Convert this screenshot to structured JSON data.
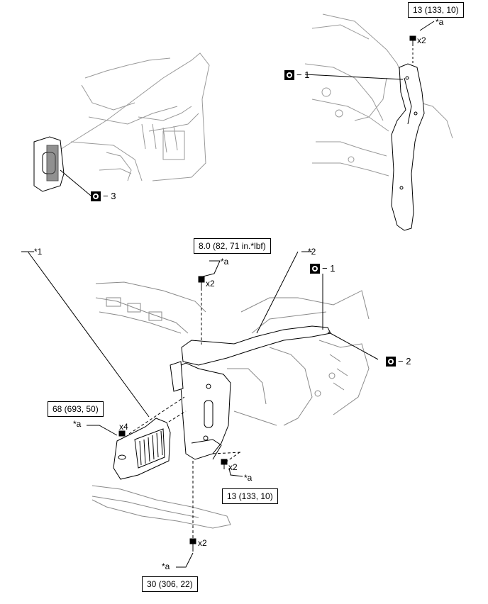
{
  "torque": {
    "top_right": "13 (133, 10)",
    "middle": "8.0 (82, 71 in.*lbf)",
    "left": "68 (693, 50)",
    "lower_middle": "13 (133, 10)",
    "bottom": "30 (306, 22)"
  },
  "labels": {
    "star_a": "*a",
    "star_1": "*1",
    "star_2": "*2",
    "x2": "x2",
    "x4": "x4"
  },
  "callouts": {
    "c1": "− 1",
    "c2": "− 2",
    "c3": "− 3"
  },
  "icons": {
    "callout_symbol": "replace-part-icon"
  }
}
